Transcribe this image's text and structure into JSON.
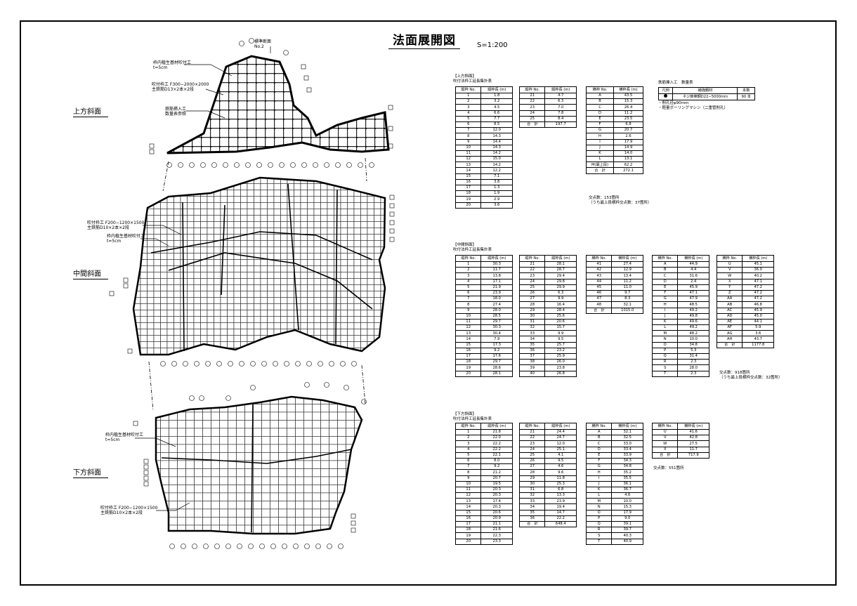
{
  "title": "法面展開図",
  "scale": "S=1:200",
  "sections": {
    "upper": "上方斜面",
    "middle": "中間斜面",
    "lower": "下方斜面"
  },
  "drawing_notes": {
    "upper_std": "標準断面\nNo.2",
    "upper_veg": "枠内植生基材吹付工\nt=5cm",
    "upper_frame": "吹付枠工 F300−2000×2000\n主鉄筋D13×2本×2段",
    "upper_rebar": "鉄筋挿入工\n数量表参照",
    "middle_frame": "吹付枠工 F200−1200×1500\n主鉄筋D10×2本×2段",
    "middle_veg": "枠内植生基材吹付工\nt=5cm",
    "lower_veg": "枠内植生基材吹付工\nt=5cm",
    "lower_frame": "吹付枠工 F200−1200×1500\n主鉄筋D10×2本×2段"
  },
  "upper": {
    "heading": "【上方斜面】",
    "subheading": "吹付法枠工延長集計表",
    "v_header": [
      "縦枠 No.",
      "縦枠長 (m)"
    ],
    "h_header": [
      "横枠 No.",
      "横枠長 (m)"
    ],
    "v1": [
      [
        "1",
        "1.8"
      ],
      [
        "2",
        "3.2"
      ],
      [
        "3",
        "4.5"
      ],
      [
        "4",
        "6.6"
      ],
      [
        "5",
        "7.7"
      ],
      [
        "6",
        "8.5"
      ],
      [
        "7",
        "12.0"
      ],
      [
        "8",
        "14.3"
      ],
      [
        "9",
        "14.4"
      ],
      [
        "10",
        "14.3"
      ],
      [
        "11",
        "14.2"
      ],
      [
        "12",
        "15.0"
      ],
      [
        "13",
        "14.2"
      ],
      [
        "14",
        "12.2"
      ],
      [
        "15",
        "7.1"
      ],
      [
        "16",
        "3.8"
      ],
      [
        "17",
        "1.3"
      ],
      [
        "18",
        "1.9"
      ],
      [
        "19",
        "2.9"
      ],
      [
        "20",
        "3.6"
      ]
    ],
    "v2": [
      [
        "21",
        "4.7"
      ],
      [
        "22",
        "6.3"
      ],
      [
        "23",
        "7.0"
      ],
      [
        "24",
        "7.8"
      ],
      [
        "25",
        "8.4"
      ]
    ],
    "v2_total": [
      "合　計",
      "197.7"
    ],
    "h": [
      [
        "A",
        "43.5"
      ],
      [
        "B",
        "15.3"
      ],
      [
        "C",
        "26.4"
      ],
      [
        "D",
        "11.2"
      ],
      [
        "E",
        "23.5"
      ],
      [
        "F",
        "6.8"
      ],
      [
        "G",
        "20.7"
      ],
      [
        "H",
        "2.6"
      ],
      [
        "I",
        "17.9"
      ],
      [
        "J",
        "14.9"
      ],
      [
        "K",
        "14.0"
      ],
      [
        "L",
        "13.1"
      ],
      [
        "M(最上段)",
        "62.2"
      ]
    ],
    "h_total": [
      "合　計",
      "272.1"
    ],
    "note": "交点数：153箇所\n（うち最上段横枠交点数：37箇所）",
    "rebar_heading": "鉄筋挿入工　数量表",
    "rebar_header": [
      "凡例",
      "補強鋼材",
      "本数"
    ],
    "rebar_row": [
      "ネジ節棒鋼D22−5000mm",
      "90 本"
    ],
    "rebar_note": "・削孔径φ90mm\n・軽量ボーリングマシン（二重管削孔）"
  },
  "middle": {
    "heading": "【中間斜面】",
    "subheading": "吹付法枠工延長集計表",
    "v_header": [
      "縦枠 No.",
      "縦枠長 (m)"
    ],
    "h_header": [
      "横枠 No.",
      "横枠長 (m)"
    ],
    "v1": [
      [
        "1",
        "30.3"
      ],
      [
        "2",
        "11.7"
      ],
      [
        "3",
        "13.8"
      ],
      [
        "4",
        "17.1"
      ],
      [
        "5",
        "21.9"
      ],
      [
        "6",
        "23.9"
      ],
      [
        "7",
        "18.0"
      ],
      [
        "8",
        "27.4"
      ],
      [
        "9",
        "28.0"
      ],
      [
        "10",
        "28.5"
      ],
      [
        "11",
        "29.7"
      ],
      [
        "12",
        "30.3"
      ],
      [
        "13",
        "30.4"
      ],
      [
        "14",
        "7.9"
      ],
      [
        "15",
        "17.3"
      ],
      [
        "16",
        "9.2"
      ],
      [
        "17",
        "17.6"
      ],
      [
        "18",
        "29.7"
      ],
      [
        "19",
        "28.6"
      ],
      [
        "20",
        "28.1"
      ]
    ],
    "v2": [
      [
        "21",
        "28.1"
      ],
      [
        "22",
        "28.7"
      ],
      [
        "23",
        "29.4"
      ],
      [
        "24",
        "29.8"
      ],
      [
        "25",
        "29.9"
      ],
      [
        "26",
        "6.3"
      ],
      [
        "27",
        "9.9"
      ],
      [
        "28",
        "16.4"
      ],
      [
        "29",
        "28.4"
      ],
      [
        "30",
        "25.6"
      ],
      [
        "31",
        "20.6"
      ],
      [
        "32",
        "15.7"
      ],
      [
        "33",
        "9.9"
      ],
      [
        "34",
        "9.5"
      ],
      [
        "35",
        "25.7"
      ],
      [
        "36",
        "23.2"
      ],
      [
        "37",
        "25.9"
      ],
      [
        "38",
        "26.0"
      ],
      [
        "39",
        "23.8"
      ],
      [
        "40",
        "26.8"
      ]
    ],
    "v3": [
      [
        "41",
        "27.4"
      ],
      [
        "42",
        "12.9"
      ],
      [
        "43",
        "13.4"
      ],
      [
        "44",
        "11.2"
      ],
      [
        "45",
        "11.0"
      ],
      [
        "46",
        "9.7"
      ],
      [
        "47",
        "8.3"
      ],
      [
        "48",
        "32.1"
      ]
    ],
    "v3_total": [
      "合　計",
      "1015.0"
    ],
    "h1": [
      [
        "A",
        "44.9"
      ],
      [
        "B",
        "4.4"
      ],
      [
        "C",
        "31.6"
      ],
      [
        "D",
        "2.4"
      ],
      [
        "E",
        "45.9"
      ],
      [
        "F",
        "47.1"
      ],
      [
        "G",
        "47.9"
      ],
      [
        "H",
        "48.5"
      ],
      [
        "I",
        "49.2"
      ],
      [
        "J",
        "49.8"
      ],
      [
        "K",
        "49.6"
      ],
      [
        "L",
        "49.2"
      ],
      [
        "M",
        "48.2"
      ],
      [
        "N",
        "10.0"
      ],
      [
        "O",
        "34.8"
      ],
      [
        "P",
        "5.3"
      ],
      [
        "Q",
        "31.4"
      ],
      [
        "R",
        "2.3"
      ],
      [
        "S",
        "28.0"
      ],
      [
        "T",
        "2.3"
      ]
    ],
    "h2": [
      [
        "U",
        "45.1"
      ],
      [
        "V",
        "36.0"
      ],
      [
        "W",
        "40.2"
      ],
      [
        "X",
        "47.1"
      ],
      [
        "Y",
        "47.2"
      ],
      [
        "Z",
        "47.2"
      ],
      [
        "AA",
        "47.2"
      ],
      [
        "AB",
        "46.8"
      ],
      [
        "AC",
        "45.9"
      ],
      [
        "AD",
        "45.0"
      ],
      [
        "AE",
        "44.1"
      ],
      [
        "AF",
        "5.9"
      ],
      [
        "AG",
        "3.6"
      ],
      [
        "AH",
        "43.7"
      ]
    ],
    "h2_total": [
      "合　計",
      "1177.8"
    ],
    "note": "交点数：918箇所\n（うち最上段横枠交点数：32箇所）"
  },
  "lower": {
    "heading": "【下方斜面】",
    "subheading": "吹付法枠工延長集計表",
    "v_header": [
      "縦枠 No.",
      "縦枠長 (m)"
    ],
    "h_header": [
      "横枠 No.",
      "横枠長 (m)"
    ],
    "v1": [
      [
        "1",
        "21.8"
      ],
      [
        "2",
        "22.0"
      ],
      [
        "3",
        "22.2"
      ],
      [
        "4",
        "22.2"
      ],
      [
        "5",
        "22.1"
      ],
      [
        "6",
        "8.0"
      ],
      [
        "7",
        "9.2"
      ],
      [
        "8",
        "21.2"
      ],
      [
        "9",
        "20.7"
      ],
      [
        "10",
        "19.5"
      ],
      [
        "11",
        "20.3"
      ],
      [
        "12",
        "20.3"
      ],
      [
        "13",
        "17.4"
      ],
      [
        "14",
        "20.3"
      ],
      [
        "15",
        "20.6"
      ],
      [
        "16",
        "20.9"
      ],
      [
        "17",
        "21.1"
      ],
      [
        "18",
        "21.6"
      ],
      [
        "19",
        "22.3"
      ],
      [
        "20",
        "23.3"
      ]
    ],
    "v2": [
      [
        "21",
        "24.4"
      ],
      [
        "22",
        "24.7"
      ],
      [
        "23",
        "12.0"
      ],
      [
        "24",
        "25.1"
      ],
      [
        "25",
        "4.1"
      ],
      [
        "26",
        "9.5"
      ],
      [
        "27",
        "4.6"
      ],
      [
        "28",
        "9.6"
      ],
      [
        "29",
        "11.8"
      ],
      [
        "30",
        "25.3"
      ],
      [
        "31",
        "6.8"
      ],
      [
        "32",
        "13.3"
      ],
      [
        "33",
        "23.9"
      ],
      [
        "34",
        "19.4"
      ],
      [
        "35",
        "14.7"
      ],
      [
        "36",
        "22.2"
      ]
    ],
    "v2_total": [
      "合　計",
      "648.4"
    ],
    "h1": [
      [
        "A",
        "32.1"
      ],
      [
        "B",
        "32.5"
      ],
      [
        "C",
        "33.0"
      ],
      [
        "D",
        "33.4"
      ],
      [
        "E",
        "33.9"
      ],
      [
        "F",
        "34.3"
      ],
      [
        "G",
        "34.8"
      ],
      [
        "H",
        "35.2"
      ],
      [
        "I",
        "35.5"
      ],
      [
        "J",
        "36.1"
      ],
      [
        "K",
        "36.7"
      ],
      [
        "L",
        "4.6"
      ],
      [
        "M",
        "10.0"
      ],
      [
        "N",
        "15.3"
      ],
      [
        "O",
        "17.9"
      ],
      [
        "P",
        "9.0"
      ],
      [
        "Q",
        "39.1"
      ],
      [
        "R",
        "39.7"
      ],
      [
        "S",
        "40.3"
      ],
      [
        "T",
        "40.9"
      ]
    ],
    "h2": [
      [
        "U",
        "41.6"
      ],
      [
        "V",
        "42.8"
      ],
      [
        "W",
        "27.5"
      ],
      [
        "X",
        "11.7"
      ]
    ],
    "h2_total": [
      "合　計",
      "717.9"
    ],
    "note": "交点数：551箇所"
  }
}
